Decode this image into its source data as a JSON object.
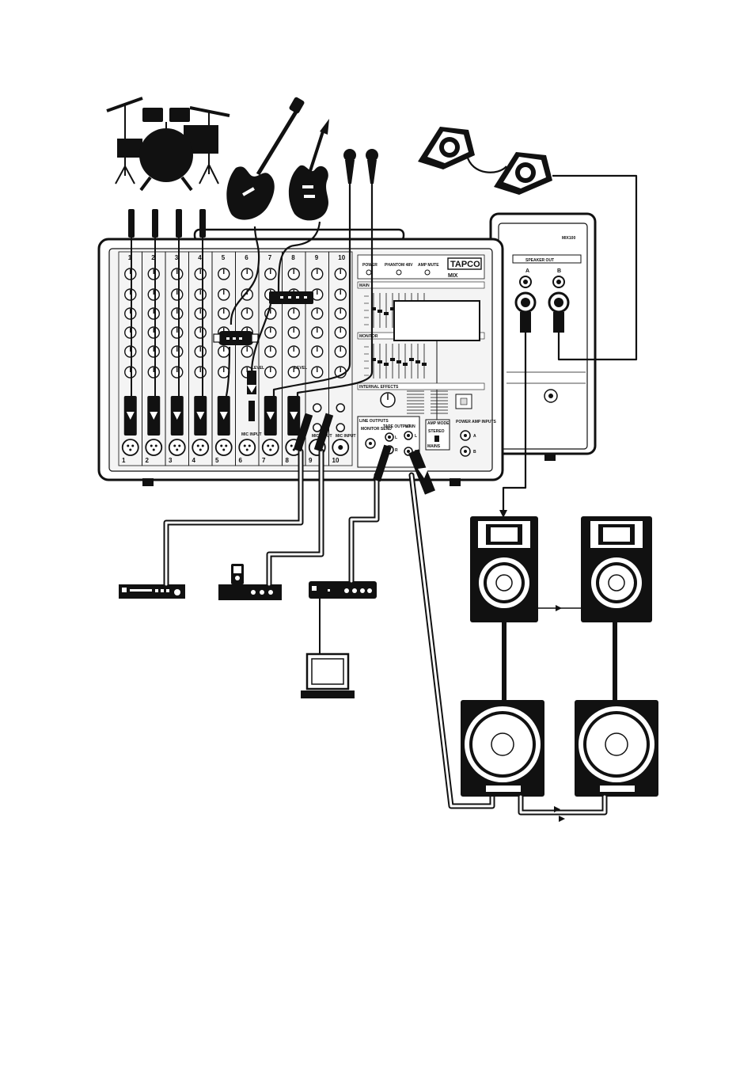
{
  "brand": {
    "logo": "TAPCO",
    "model": "MIX",
    "rear_model": "MIX100"
  },
  "mixer": {
    "channel_numbers": [
      "1",
      "2",
      "3",
      "4",
      "5",
      "6",
      "7",
      "8",
      "9",
      "10"
    ],
    "jack_numbers": [
      "1",
      "2",
      "3",
      "4",
      "5",
      "6",
      "7",
      "8",
      "9",
      "10"
    ],
    "top_labels": {
      "power": "POWER",
      "phantom": "PHANTOM 48V",
      "amp_mute": "AMP MUTE"
    },
    "section_labels": {
      "main": "MAIN",
      "monitor": "MONITOR",
      "effects": "INTERNAL EFFECTS",
      "line_outputs": "LINE OUTPUTS",
      "monitor_send": "MONITOR SEND",
      "tape_output": "TAPE OUTPUT",
      "main_out": "MAIN",
      "amp_mode": "AMP MODE",
      "stereo": "STEREO",
      "mains": "MAINS",
      "power_amp_inputs": "POWER AMP INPUTS",
      "mic_input": "MIC INPUT",
      "level": "LEVEL"
    },
    "jack_letters": {
      "left": "L",
      "right": "R",
      "a": "A",
      "b": "B"
    }
  },
  "rear_panel": {
    "speaker_out": "SPEAKER OUT",
    "a": "A",
    "b": "B"
  },
  "colors": {
    "ink": "#111111",
    "paper": "#ffffff",
    "panel": "#f4f4f4",
    "display": "#ffffff"
  }
}
